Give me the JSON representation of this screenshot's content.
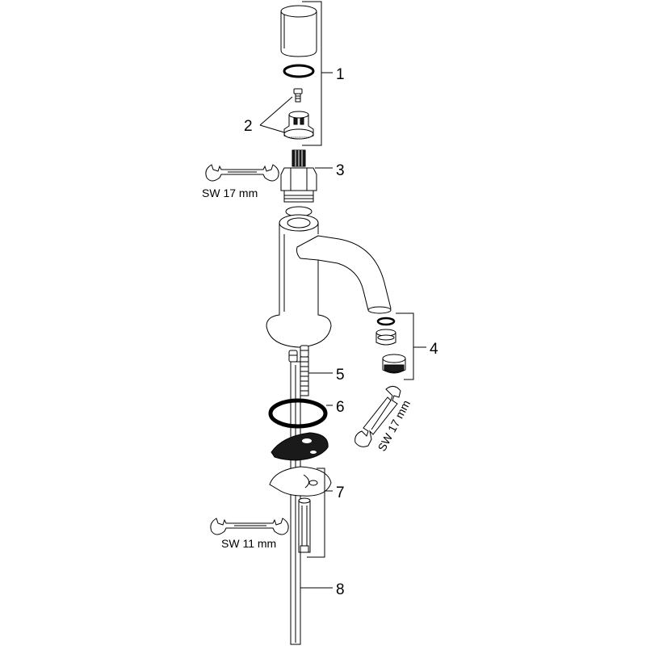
{
  "diagram": {
    "callouts": {
      "c1": "1",
      "c2": "2",
      "c3": "3",
      "c4": "4",
      "c5": "5",
      "c6": "6",
      "c7": "7",
      "c8": "8"
    },
    "wrench_labels": {
      "top": "SW 17 mm",
      "aerator": "SW 17 mm",
      "bottom": "SW 11 mm"
    }
  }
}
